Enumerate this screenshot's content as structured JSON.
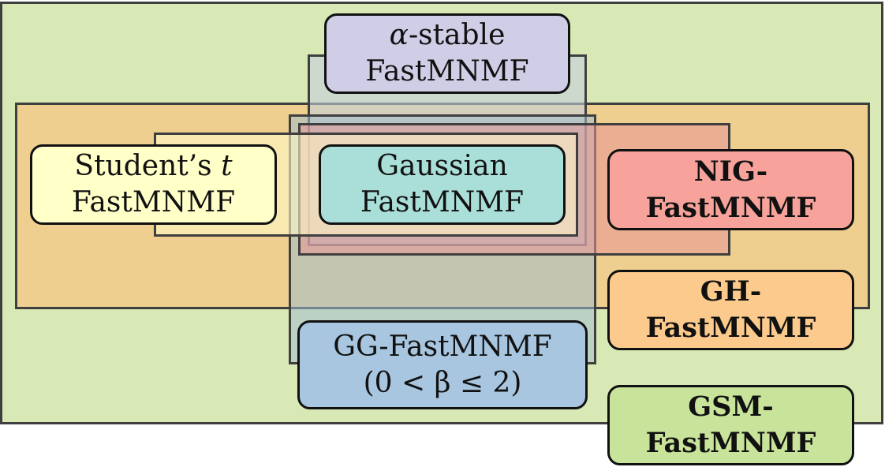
{
  "colors": {
    "gsm_region": "#d9e9b6",
    "gh_region": "#efd39b",
    "alpha_region": "#cfd7dc",
    "gg_region": "#b9c9cc",
    "nig_region": "#e6a9a1",
    "student_region": "#f1e7b3",
    "gaussian_region": "#c9b9c4",
    "alpha_box": "#d0cde6",
    "student_box": "#ffffc8",
    "gaussian_box": "#a9dfd8",
    "nig_box": "#f7a39b",
    "gh_box": "#fcca8c",
    "gg_box": "#a8c6df",
    "gsm_box": "#c8e39a"
  },
  "boxes": {
    "alpha": {
      "line1_symbol": "α",
      "line1_rest": "-stable",
      "line2": "FastMNMF"
    },
    "student": {
      "line1_text": "Student’s ",
      "line1_symbol": "t",
      "line2": "FastMNMF"
    },
    "gaussian": {
      "line1": "Gaussian",
      "line2": "FastMNMF"
    },
    "nig": {
      "line1": "NIG-",
      "line2": "FastMNMF"
    },
    "gh": {
      "line1": "GH-",
      "line2": "FastMNMF"
    },
    "gg": {
      "line1": "GG-FastMNMF",
      "line2": "(0 < β ≤ 2)"
    },
    "gsm": {
      "line1": "GSM-",
      "line2": "FastMNMF"
    }
  }
}
